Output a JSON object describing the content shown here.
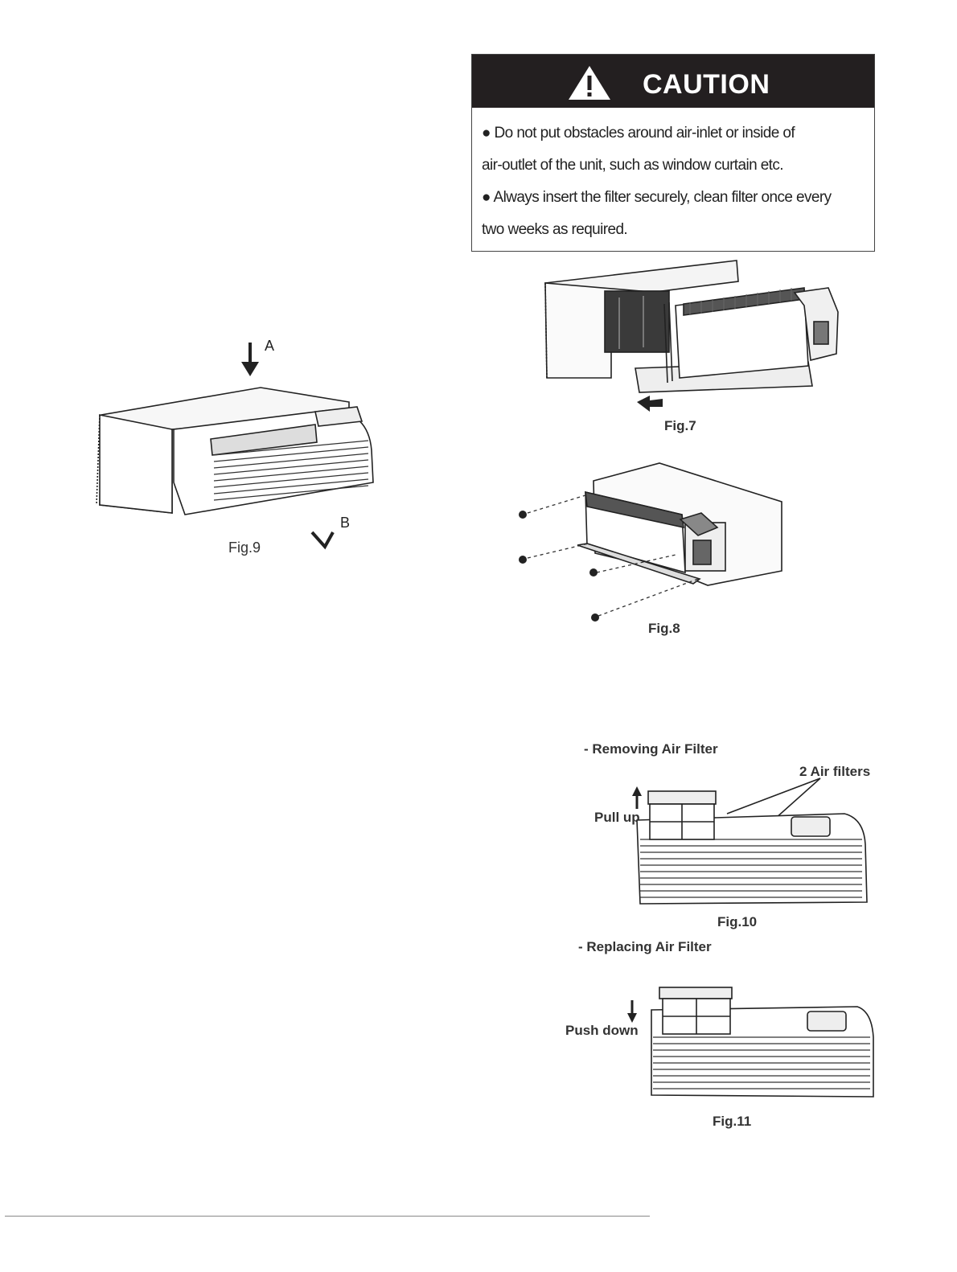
{
  "caution": {
    "title": "CAUTION",
    "line1": "● Do not put obstacles around air-inlet or inside of",
    "line2": "air-outlet of the unit, such as window curtain etc.",
    "line3": "● Always insert the filter securely, clean filter once every",
    "line4": "two weeks as required.",
    "icon": "warning-triangle-icon"
  },
  "fig7": {
    "label": "Fig.7"
  },
  "fig8": {
    "label": "Fig.8"
  },
  "fig9": {
    "label": "Fig.9",
    "arrow_a": "A",
    "arrow_b": "B"
  },
  "fig10": {
    "heading": "- Removing Air Filter",
    "filters_label": "2 Air filters",
    "pull_label": "Pull up",
    "label": "Fig.10"
  },
  "fig11": {
    "heading": "- Replacing  Air Filter",
    "push_label": "Push down",
    "label": "Fig.11"
  }
}
